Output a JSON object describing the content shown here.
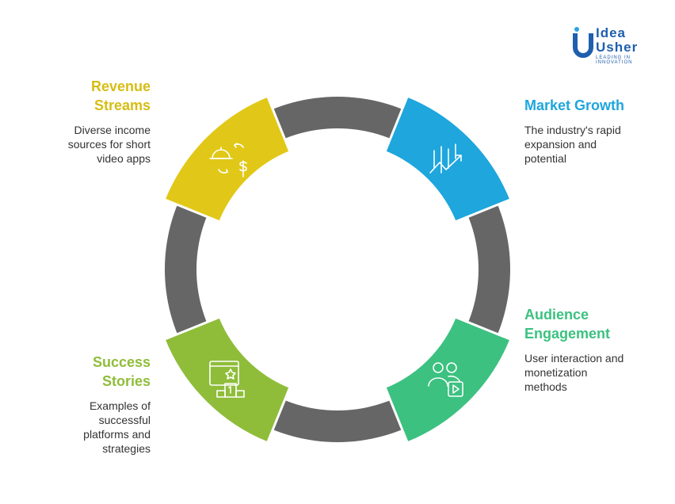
{
  "logo": {
    "line1": "Idea",
    "line2": "Usher",
    "tagline": "LEADING IN INNOVATION"
  },
  "segments": [
    {
      "id": "revenue",
      "title": "Revenue Streams",
      "title_line1": "Revenue",
      "title_line2": "Streams",
      "desc_lines": [
        "Diverse income",
        "sources for short",
        "video apps"
      ],
      "color": "#e1c818",
      "icon": "service-bell-dollar-icon"
    },
    {
      "id": "market",
      "title": "Market Growth",
      "title_line1": "Market Growth",
      "desc_lines": [
        "The industry's rapid",
        "expansion and",
        "potential"
      ],
      "color": "#1ea6dd",
      "icon": "growth-chart-icon"
    },
    {
      "id": "audience",
      "title": "Audience Engagement",
      "title_line1": "Audience",
      "title_line2": "Engagement",
      "desc_lines": [
        "User interaction and",
        "monetization",
        "methods"
      ],
      "color": "#3cc180",
      "icon": "users-video-icon"
    },
    {
      "id": "success",
      "title": "Success Stories",
      "title_line1": "Success",
      "title_line2": "Stories",
      "desc_lines": [
        "Examples of",
        "successful",
        "platforms and",
        "strategies"
      ],
      "color": "#8fbd3a",
      "icon": "podium-star-icon"
    }
  ],
  "ring_color": "#666666"
}
